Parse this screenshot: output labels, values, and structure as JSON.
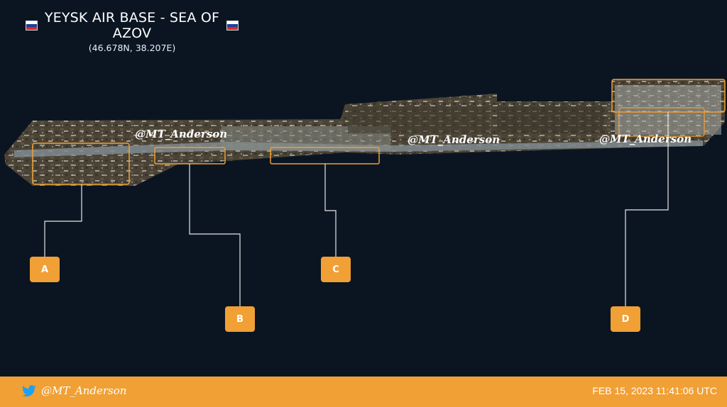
{
  "header": {
    "title": "YEYSK AIR BASE - SEA OF AZOV",
    "coordinates": "(46.678N, 38.207E)",
    "flag_colors": [
      "#ffffff",
      "#1c3f9e",
      "#d52b1e"
    ]
  },
  "watermarks": [
    "@MT_Anderson",
    "@MT_Anderson",
    "@MT_Anderson"
  ],
  "markers": [
    {
      "label": "A"
    },
    {
      "label": "B"
    },
    {
      "label": "C"
    },
    {
      "label": "D"
    }
  ],
  "footer": {
    "icon": "twitter-bird-icon",
    "handle": "@MT_Anderson",
    "timestamp": "FEB 15, 2023 11:41:06 UTC"
  },
  "colors": {
    "background": "#0b1522",
    "accent": "#f0a035"
  }
}
